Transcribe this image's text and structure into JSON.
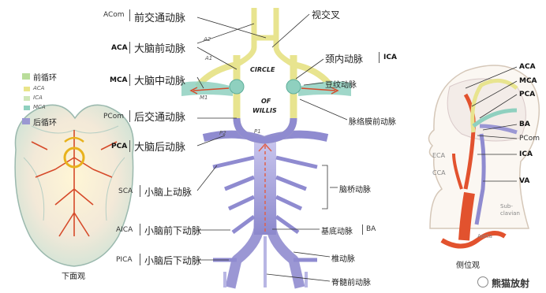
{
  "legend": {
    "anterior_label": "前循环",
    "anterior_items": [
      "ACA",
      "ICA",
      "MCA"
    ],
    "posterior_label": "后循环",
    "colors": {
      "anterior": "#b9dd9a",
      "aca": "#e9e48a",
      "ica": "#cfe6b8",
      "mca": "#8fd0bf",
      "posterior": "#9a98d2"
    }
  },
  "left_labels": [
    {
      "abbr": "ACom",
      "cn": "前交通动脉",
      "bold": false
    },
    {
      "abbr": "ACA",
      "cn": "大脑前动脉",
      "bold": true
    },
    {
      "abbr": "MCA",
      "cn": "大脑中动脉",
      "bold": true
    },
    {
      "abbr": "PCom",
      "cn": "后交通动脉",
      "bold": false
    },
    {
      "abbr": "PCA",
      "cn": "大脑后动脉",
      "bold": true
    },
    {
      "abbr": "SCA",
      "cn": "小脑上动脉",
      "bold": false
    },
    {
      "abbr": "AICA",
      "cn": "小脑前下动脉",
      "bold": false
    },
    {
      "abbr": "PICA",
      "cn": "小脑后下动脉",
      "bold": false
    }
  ],
  "segment_labels": [
    "A2",
    "A1",
    "M1",
    "P2",
    "P1"
  ],
  "circle_title": [
    "CIRCLE",
    "OF",
    "WILLIS"
  ],
  "right_labels": {
    "optic_chiasm": "视交叉",
    "ica_cn": "颈内动脉",
    "ica_abbr": "ICA",
    "lenticulostriate": "豆纹动脉",
    "anterior_choroidal": "脉络膜前动脉",
    "pontine": "脑桥动脉",
    "basilar_cn": "基底动脉",
    "basilar_abbr": "BA",
    "vertebral": "椎动脉",
    "anterior_spinal": "脊髓前动脉"
  },
  "bottom_view_label": "下面观",
  "lateral": {
    "labels": [
      "ACA",
      "MCA",
      "PCA",
      "BA",
      "PCom",
      "ICA",
      "VA"
    ],
    "bold": [
      true,
      true,
      true,
      true,
      false,
      true,
      true
    ],
    "eca": "ECA",
    "cca": "CCA",
    "subclavian": "Sub-\nclavian",
    "aorta": "Aorta",
    "caption": "侧位观"
  },
  "watermark": "熊猫放射"
}
